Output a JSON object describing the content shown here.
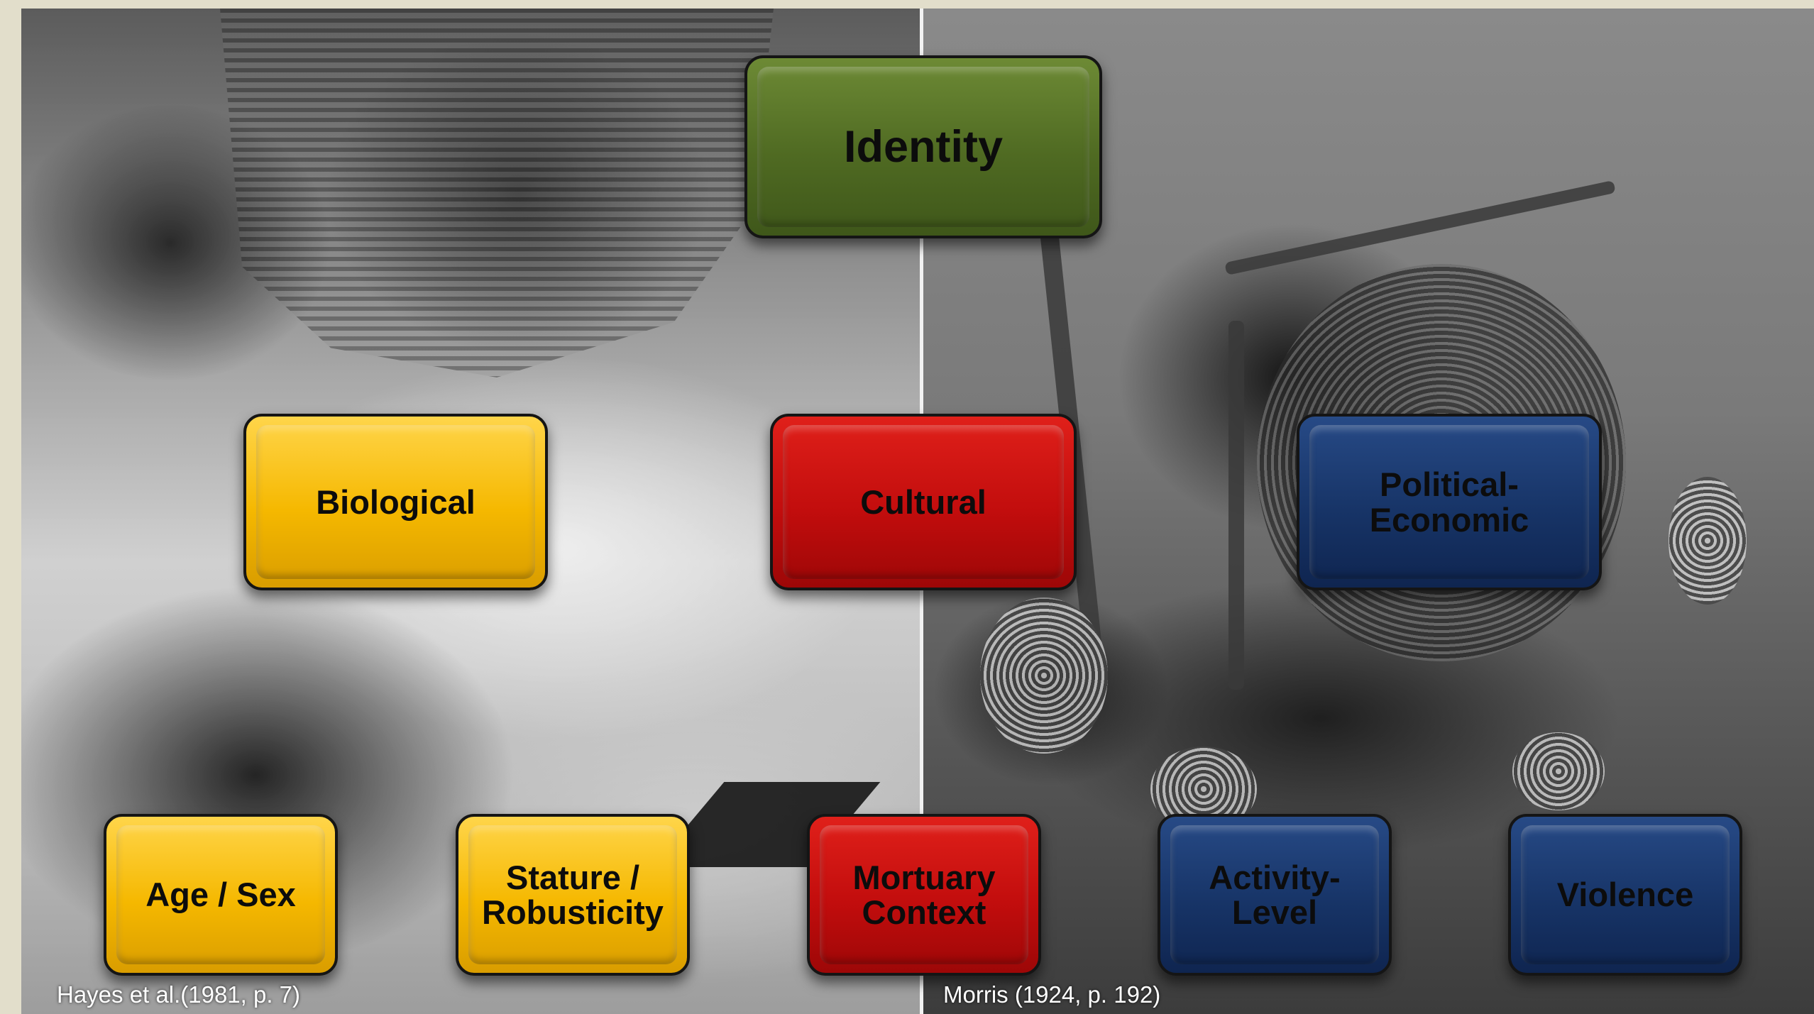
{
  "nodes": {
    "identity": "Identity",
    "biological": "Biological",
    "cultural": "Cultural",
    "political_economic_1": "Political-",
    "political_economic_2": "Economic",
    "age_sex": "Age / Sex",
    "stature_1": "Stature /",
    "stature_2": "Robusticity",
    "mortuary_1": "Mortuary",
    "mortuary_2": "Context",
    "activity_1": "Activity-",
    "activity_2": "Level",
    "violence": "Violence"
  },
  "captions": {
    "left": "Hayes et al.(1981, p. 7)",
    "right": "Morris (1924, p. 192)"
  },
  "colors": {
    "identity": "#4f6a22",
    "biological": "#f5b800",
    "cultural": "#c20d0d",
    "political_economic": "#173467"
  }
}
